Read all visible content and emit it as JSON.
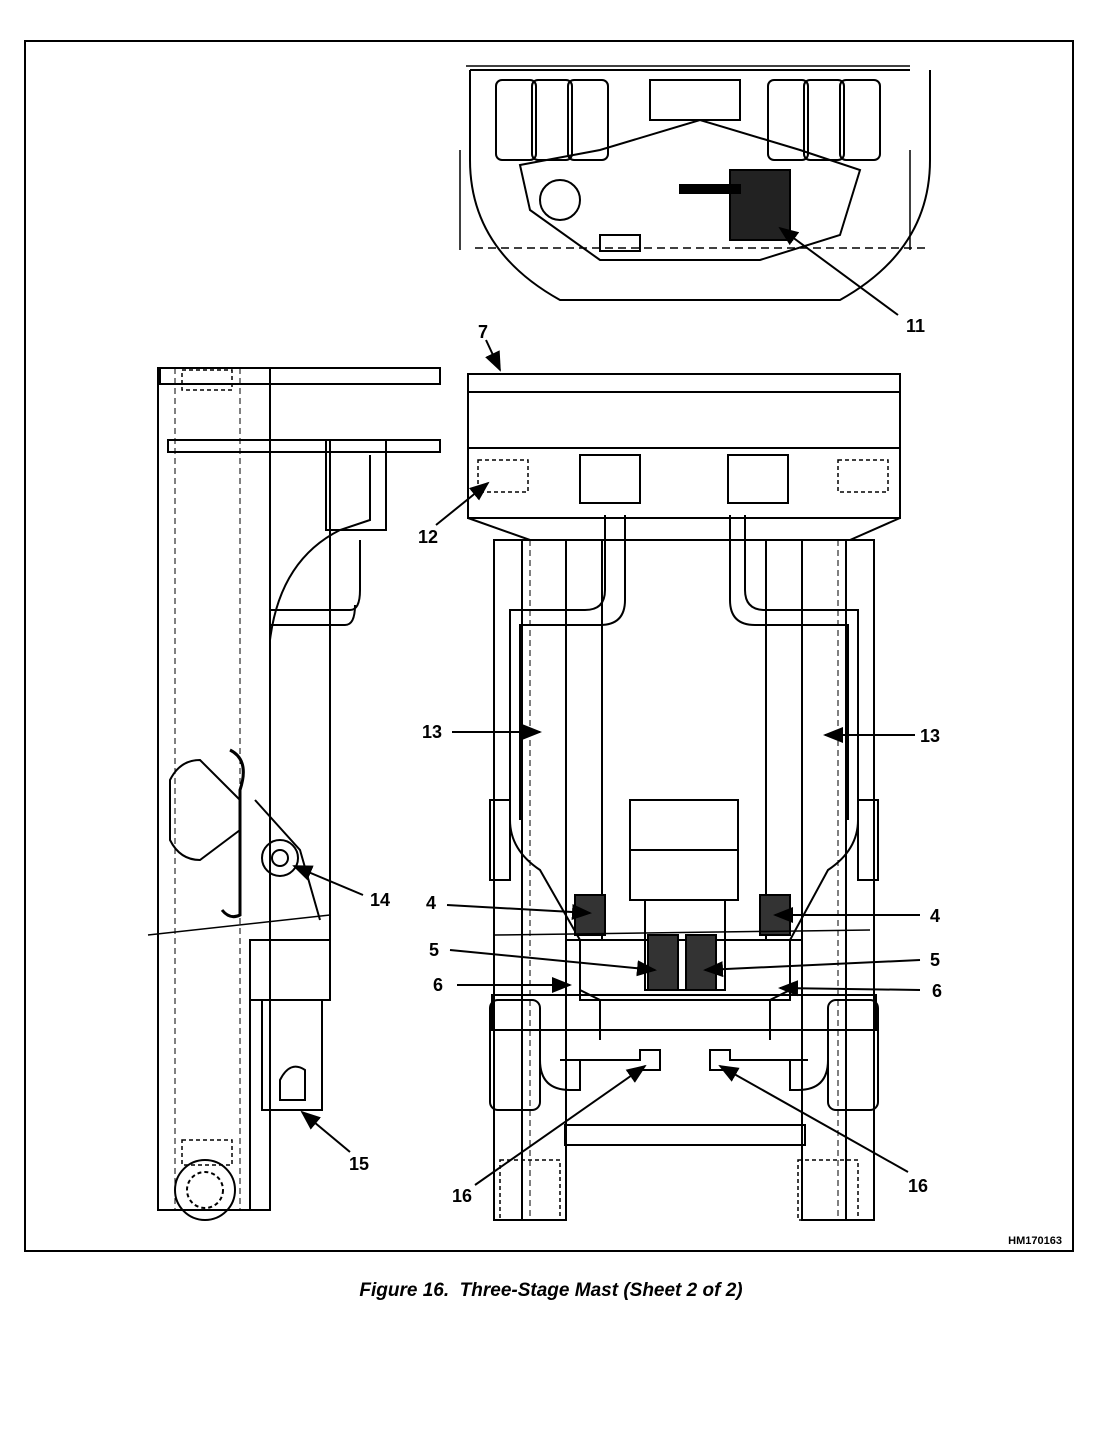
{
  "figure": {
    "drawing_code": "HM170163",
    "caption": "Figure 16.  Three-Stage Mast (Sheet 2 of 2)"
  },
  "callouts": {
    "c11": "11",
    "c7": "7",
    "c12": "12",
    "c13_left": "13",
    "c13_right": "13",
    "c14": "14",
    "c4_left": "4",
    "c4_right": "4",
    "c5_left": "5",
    "c5_right": "5",
    "c6_left": "6",
    "c6_right": "6",
    "c15": "15",
    "c16_left": "16",
    "c16_right": "16"
  }
}
